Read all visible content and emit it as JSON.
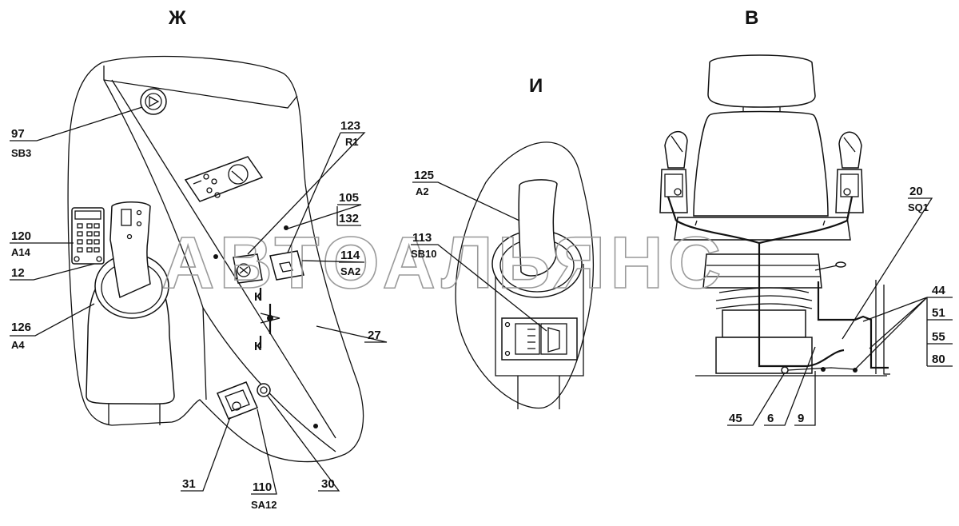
{
  "views": {
    "zh": "Ж",
    "i": "И",
    "v": "В"
  },
  "watermark": "АВТОАЛЬЯНС",
  "callouts": {
    "c97": {
      "num": "97",
      "code": "SB3"
    },
    "c120": {
      "num": "120",
      "code": "A14"
    },
    "c12": {
      "num": "12",
      "code": ""
    },
    "c126": {
      "num": "126",
      "code": "A4"
    },
    "c123": {
      "num": "123",
      "code": "R1"
    },
    "c105": {
      "num": "105",
      "code": ""
    },
    "c132": {
      "num": "132",
      "code": ""
    },
    "c114": {
      "num": "114",
      "code": "SA2"
    },
    "c27": {
      "num": "27",
      "code": ""
    },
    "c31": {
      "num": "31",
      "code": ""
    },
    "c110": {
      "num": "110",
      "code": "SA12"
    },
    "c30": {
      "num": "30",
      "code": ""
    },
    "c125": {
      "num": "125",
      "code": "A2"
    },
    "c113": {
      "num": "113",
      "code": "SB10"
    },
    "c20": {
      "num": "20",
      "code": "SQ1"
    },
    "c44": {
      "num": "44",
      "code": ""
    },
    "c51": {
      "num": "51",
      "code": ""
    },
    "c55": {
      "num": "55",
      "code": ""
    },
    "c80": {
      "num": "80",
      "code": ""
    },
    "c45": {
      "num": "45",
      "code": ""
    },
    "c6": {
      "num": "6",
      "code": ""
    },
    "c9": {
      "num": "9",
      "code": ""
    }
  },
  "section_marks": {
    "k1": "К",
    "k2": "К"
  }
}
